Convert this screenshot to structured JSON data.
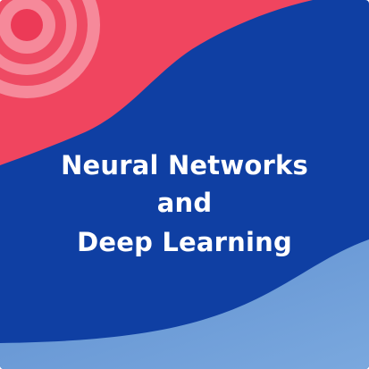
{
  "cover": {
    "title_lines": [
      "Neural Networks",
      "and",
      "Deep Learning"
    ]
  },
  "colors": {
    "background_blue": "#0f3fa3",
    "wave_coral": "#f0455f",
    "ring_light": "#f47b8d",
    "ring_dark": "#ec3a57",
    "corner_light_blue": "#6a9bd6",
    "text": "#ffffff"
  }
}
